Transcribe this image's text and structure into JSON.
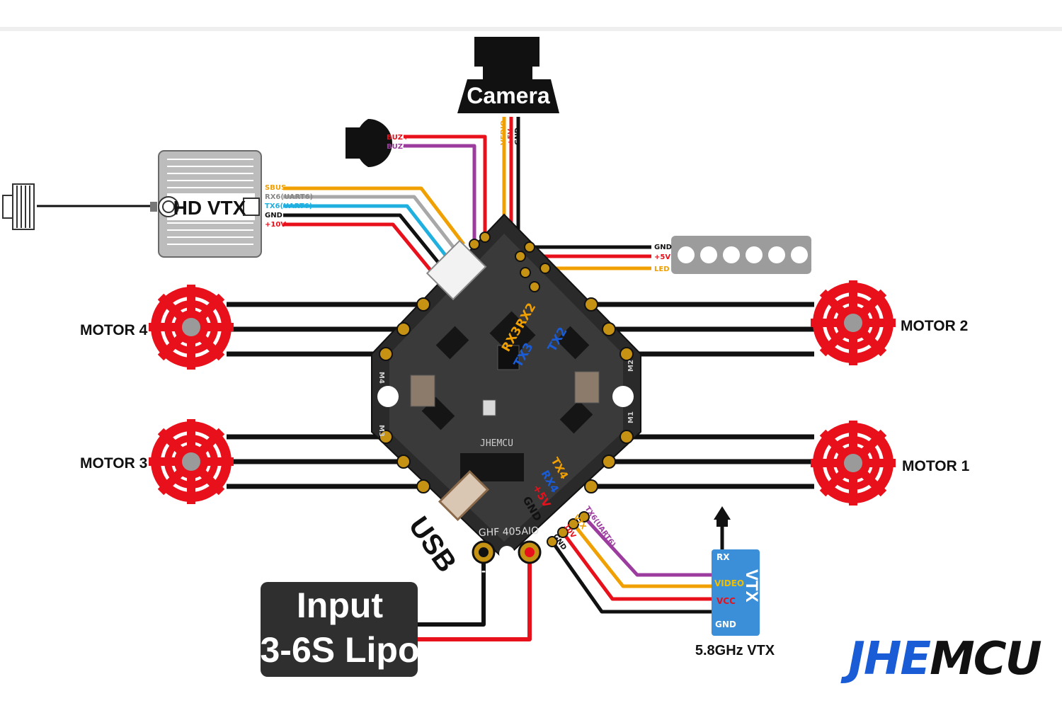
{
  "camera": {
    "label": "Camera"
  },
  "buzzer": {
    "pins": [
      "BUZ+",
      "BUZ-"
    ]
  },
  "camera_pins": [
    "VEDIO",
    "+5V",
    "GND"
  ],
  "hd_vtx": {
    "label": "HD VTX",
    "pins": [
      "SBUS",
      "RX6(UART6)",
      "TX6(UART6)",
      "GND",
      "+10V"
    ]
  },
  "led": {
    "pins": [
      "GND",
      "+5V",
      "LED"
    ]
  },
  "motors": {
    "m1": "MOTOR 1",
    "m2": "MOTOR 2",
    "m3": "MOTOR 3",
    "m4": "MOTOR 4"
  },
  "board": {
    "uart_labels": [
      "RX3",
      "RX2",
      "TX3",
      "TX2"
    ],
    "bottom_labels": [
      "TX4",
      "RX4",
      "+5V",
      "GND"
    ],
    "brand_text": "JHEMCU",
    "model_text": "GHF 405AIO",
    "pad_labels": [
      "M4",
      "M3",
      "M2",
      "M1"
    ]
  },
  "usb": {
    "label": "USB"
  },
  "input": {
    "line1": "Input",
    "line2": "3-6S Lipo"
  },
  "battery_pads": [
    "-",
    "+"
  ],
  "analog_vtx": {
    "label": "VTX",
    "pins": [
      "RX",
      "VIDEO",
      "VCC",
      "GND"
    ],
    "caption": "5.8GHz VTX"
  },
  "vtx_wires": [
    "TX6(UART6)",
    "VTX",
    "10V",
    "GND"
  ],
  "logo": {
    "text": "JHEMCU"
  },
  "colors": {
    "red": "#e8101a",
    "black": "#111111",
    "orange": "#f0a000",
    "purple": "#9b3c9e",
    "gray": "#a8a8a8",
    "cyan": "#1fb0e0",
    "blue": "#1a5cd6",
    "vtx_blue": "#3b8fd8"
  }
}
